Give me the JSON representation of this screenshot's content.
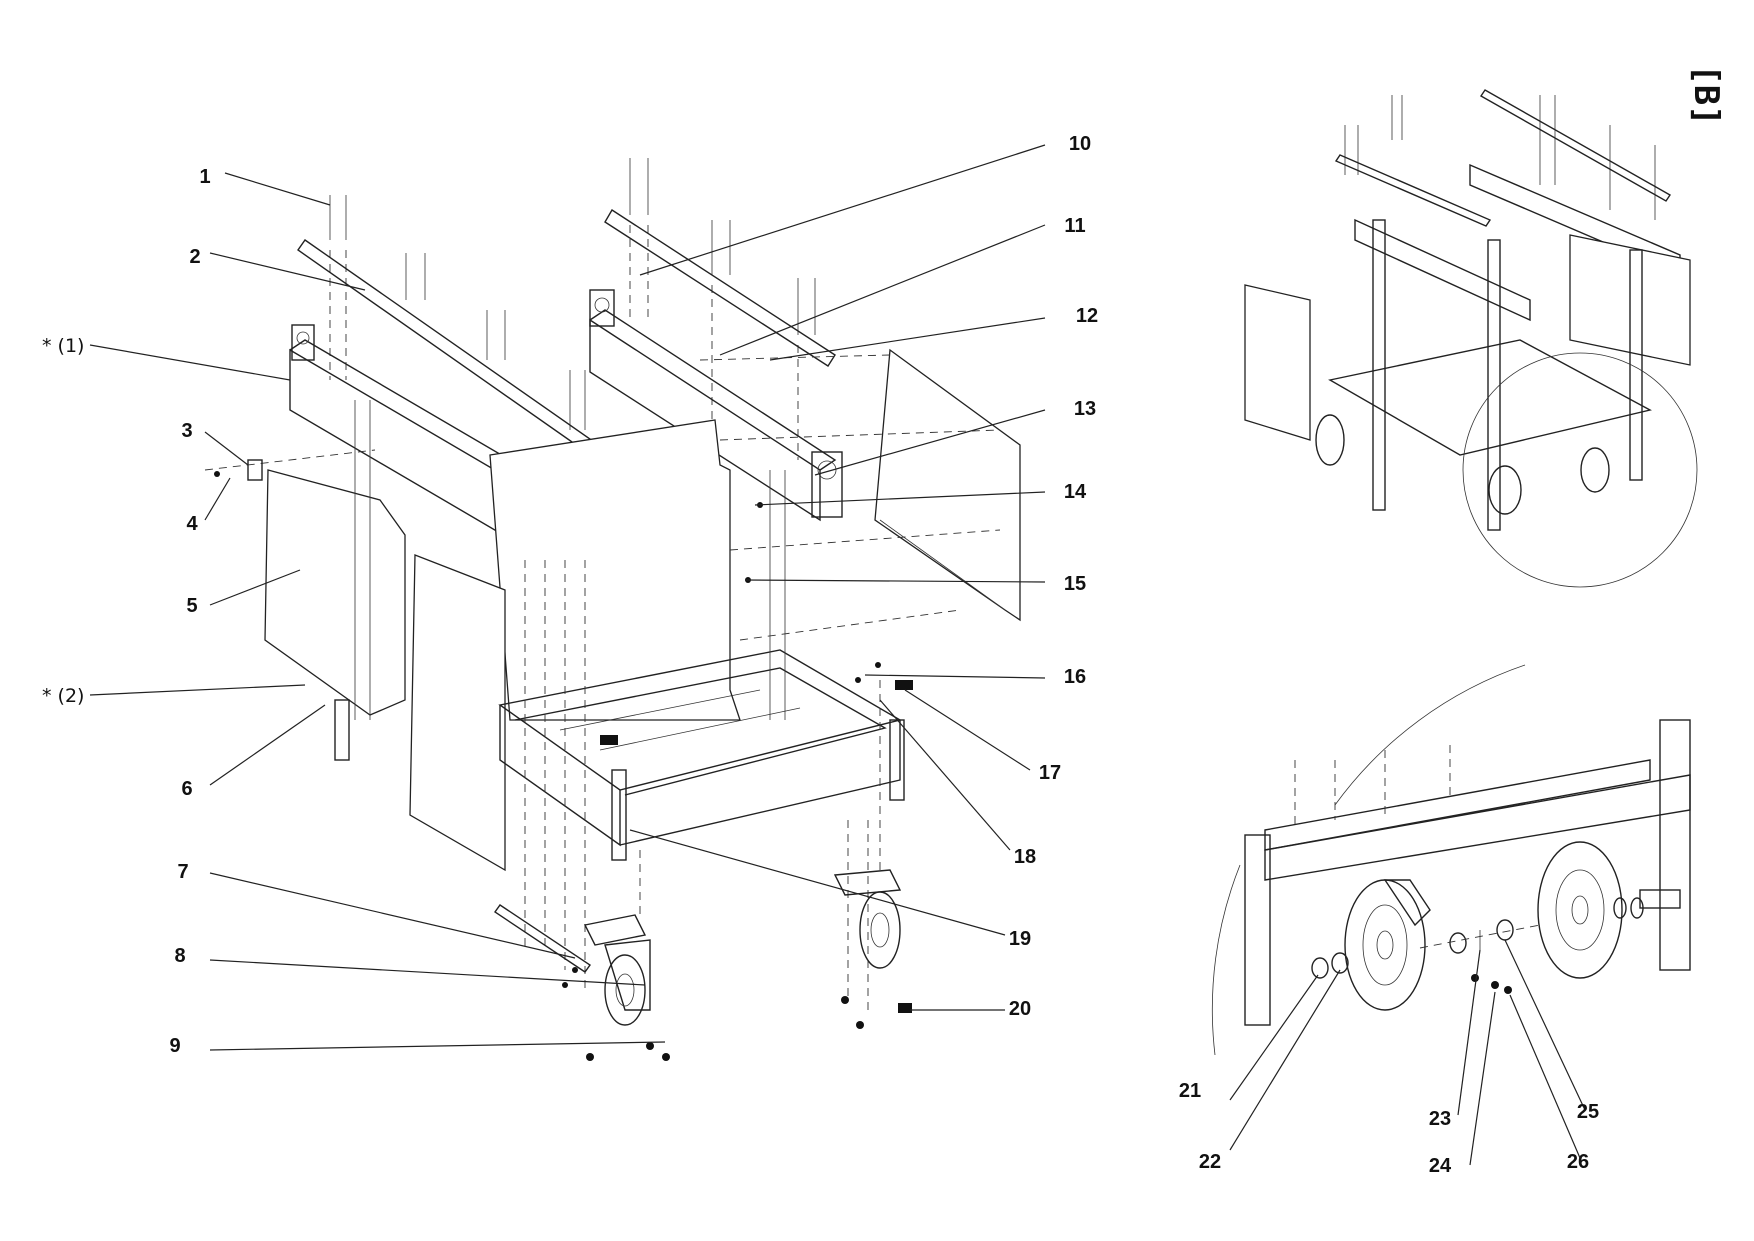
{
  "view_tag": "[B]",
  "callouts": [
    {
      "id": "1",
      "label": "1"
    },
    {
      "id": "2",
      "label": "2"
    },
    {
      "id": "s1",
      "label": "* (1)"
    },
    {
      "id": "3",
      "label": "3"
    },
    {
      "id": "4",
      "label": "4"
    },
    {
      "id": "5",
      "label": "5"
    },
    {
      "id": "s2",
      "label": "* (2)"
    },
    {
      "id": "6",
      "label": "6"
    },
    {
      "id": "7",
      "label": "7"
    },
    {
      "id": "8",
      "label": "8"
    },
    {
      "id": "9",
      "label": "9"
    },
    {
      "id": "10",
      "label": "10"
    },
    {
      "id": "11",
      "label": "11"
    },
    {
      "id": "12",
      "label": "12"
    },
    {
      "id": "13",
      "label": "13"
    },
    {
      "id": "14",
      "label": "14"
    },
    {
      "id": "15",
      "label": "15"
    },
    {
      "id": "16",
      "label": "16"
    },
    {
      "id": "17",
      "label": "17"
    },
    {
      "id": "18",
      "label": "18"
    },
    {
      "id": "19",
      "label": "19"
    },
    {
      "id": "20",
      "label": "20"
    },
    {
      "id": "21",
      "label": "21"
    },
    {
      "id": "22",
      "label": "22"
    },
    {
      "id": "23",
      "label": "23"
    },
    {
      "id": "24",
      "label": "24"
    },
    {
      "id": "25",
      "label": "25"
    },
    {
      "id": "26",
      "label": "26"
    }
  ]
}
